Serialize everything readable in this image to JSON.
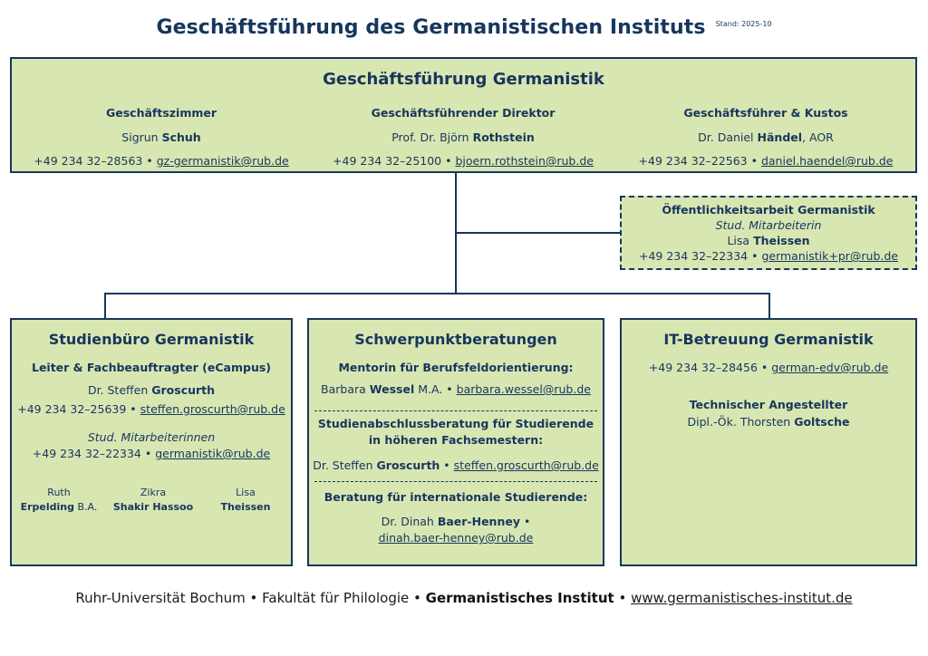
{
  "header": {
    "title": "Geschäftsführung des Germanistischen Instituts",
    "stand": "Stand: 2025-10"
  },
  "top": {
    "heading": "Geschäftsführung Germanistik",
    "cols": [
      {
        "role": "Geschäftszimmer",
        "name_first": "Sigrun",
        "name_last": "Schuh",
        "name_suffix": "",
        "phone": "+49 234 32–28563",
        "email": "gz-germanistik@rub.de"
      },
      {
        "role": "Geschäftsführender Direktor",
        "name_first": "Prof. Dr. Björn",
        "name_last": "Rothstein",
        "name_suffix": "",
        "phone": "+49 234 32–25100",
        "email": "bjoern.rothstein@rub.de"
      },
      {
        "role": "Geschäftsführer & Kustos",
        "name_first": "Dr. Daniel",
        "name_last": "Händel",
        "name_suffix": ", AOR",
        "phone": "+49 234 32–22563",
        "email": "daniel.haendel@rub.de"
      }
    ]
  },
  "pr": {
    "heading": "Öffentlichkeitsarbeit Germanistik",
    "role": "Stud. Mitarbeiterin",
    "name_first": "Lisa",
    "name_last": "Theissen",
    "phone": "+49 234 32–22334",
    "email": "germanistik+pr@rub.de"
  },
  "studienbuero": {
    "heading": "Studienbüro Germanistik",
    "role": "Leiter & Fachbeauftragter (eCampus)",
    "name_first": "Dr. Steffen",
    "name_last": "Groscurth",
    "phone": "+49 234 32–25639",
    "email": "steffen.groscurth@rub.de",
    "sub_role": "Stud. Mitarbeiterinnen",
    "sub_phone": "+49 234 32–22334",
    "sub_email": "germanistik@rub.de",
    "staff": [
      {
        "first": "Ruth",
        "last": "Erpelding",
        "suffix": " B.A."
      },
      {
        "first": "Zikra",
        "last": "Shakir Hassoo",
        "suffix": ""
      },
      {
        "first": "Lisa",
        "last": "Theissen",
        "suffix": ""
      }
    ]
  },
  "schwerpunkt": {
    "heading": "Schwerpunktberatungen",
    "s1_title": "Mentorin für Berufsfeldorientierung:",
    "s1_name_first": "Barbara",
    "s1_name_last": "Wessel",
    "s1_suffix": " M.A.",
    "s1_email": "barbara.wessel@rub.de",
    "s2_title_1": "Studienabschlussberatung für Studierende",
    "s2_title_2": "in höheren Fachsemestern:",
    "s2_name_first": "Dr. Steffen",
    "s2_name_last": "Groscurth",
    "s2_email": "steffen.groscurth@rub.de",
    "s3_title": "Beratung für internationale Studierende:",
    "s3_name_first": "Dr. Dinah",
    "s3_name_last": "Baer-Henney",
    "s3_email": "dinah.baer-henney@rub.de"
  },
  "it": {
    "heading": "IT-Betreuung Germanistik",
    "phone": "+49 234 32–28456",
    "email": "german-edv@rub.de",
    "role": "Technischer Angestellter",
    "name_first": "Dipl.-Ök. Thorsten",
    "name_last": "Goltsche"
  },
  "footer": {
    "uni": "Ruhr-Universität Bochum",
    "faculty": "Fakultät für Philologie",
    "institute": "Germanistisches Institut",
    "url": "www.germanistisches-institut.de"
  }
}
